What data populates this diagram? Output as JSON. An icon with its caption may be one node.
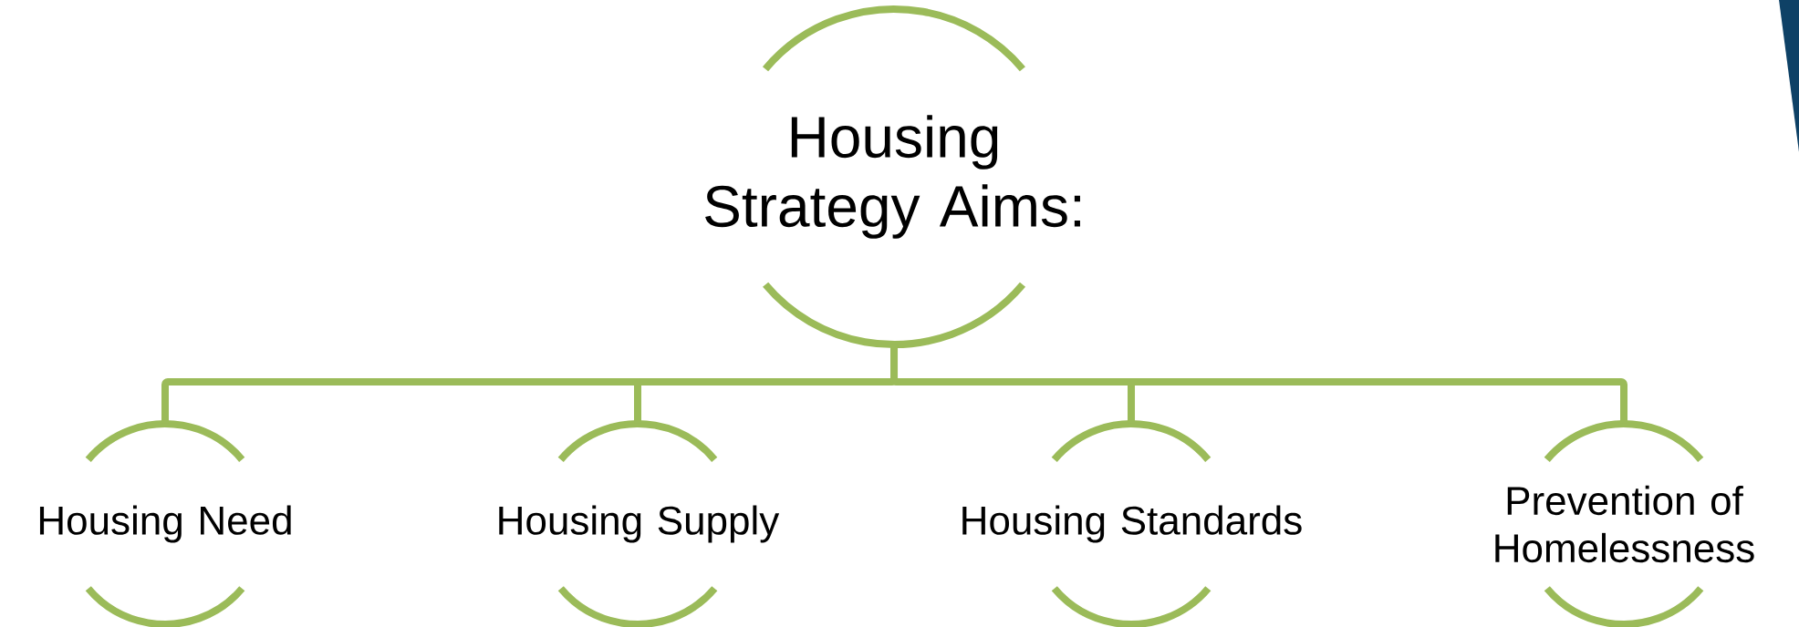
{
  "diagram": {
    "nodes": [
      {
        "text": [
          "Housing Strategy Aims:"
        ]
      },
      {
        "text": [
          "Housing Need"
        ]
      },
      {
        "text": [
          "Housing Supply"
        ]
      },
      {
        "text": [
          "Housing Standards"
        ]
      },
      {
        "text": [
          "Prevention of Homelessness"
        ]
      }
    ],
    "edges": [
      {
        "from": 0,
        "to": 1,
        "arrow": "none"
      },
      {
        "from": 0,
        "to": 2,
        "arrow": "none"
      },
      {
        "from": 0,
        "to": 3,
        "arrow": "none"
      },
      {
        "from": 0,
        "to": 4,
        "arrow": "none"
      }
    ]
  }
}
